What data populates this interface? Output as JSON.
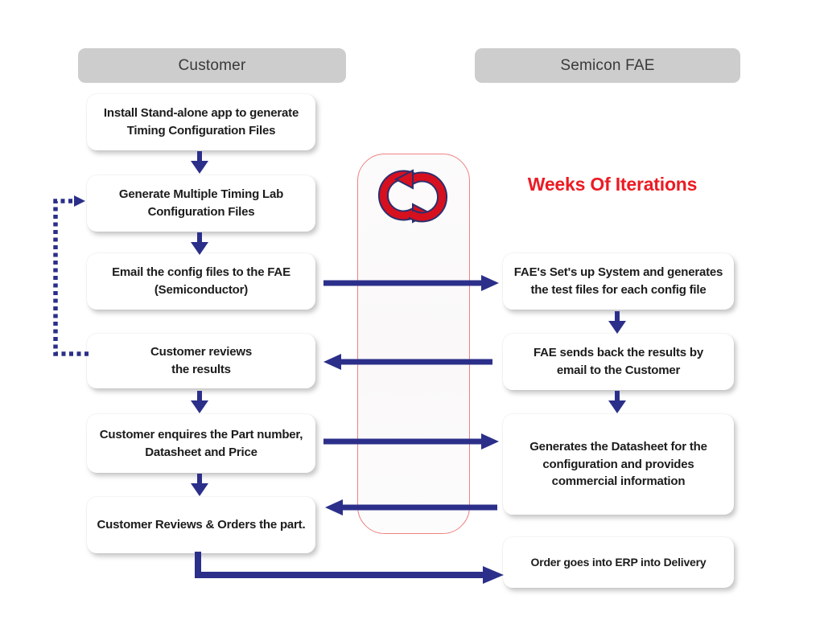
{
  "headers": {
    "customer": "Customer",
    "fae": "Semicon FAE"
  },
  "iteration": {
    "label": "Weeks Of Iterations",
    "icon": "cycle-arrows-icon"
  },
  "customer_steps": [
    {
      "label": "Install Stand-alone app to generate\nTiming Configuration Files"
    },
    {
      "label": "Generate Multiple Timing Lab\nConfiguration Files"
    },
    {
      "label": "Email the config files to the FAE\n(Semiconductor)"
    },
    {
      "label": "Customer reviews\nthe results"
    },
    {
      "label": "Customer enquires the Part number,\nDatasheet and Price"
    },
    {
      "label": "Customer Reviews & Orders the part."
    }
  ],
  "fae_steps": [
    {
      "label": "FAE's Set's up System and generates\nthe test files for each config file"
    },
    {
      "label": "FAE sends back the results by\nemail to the Customer"
    },
    {
      "label": "Generates the Datasheet for the\nconfiguration and provides\ncommercial information"
    },
    {
      "label": "Order goes into ERP into Delivery"
    }
  ],
  "colors": {
    "arrow_navy": "#2b2f8a",
    "iteration_red": "#ec1b23",
    "iteration_zone_border": "#ef8282",
    "icon_red": "#d6101f",
    "icon_outline": "#2b2f6e",
    "header_gray": "#cdcdcd"
  }
}
